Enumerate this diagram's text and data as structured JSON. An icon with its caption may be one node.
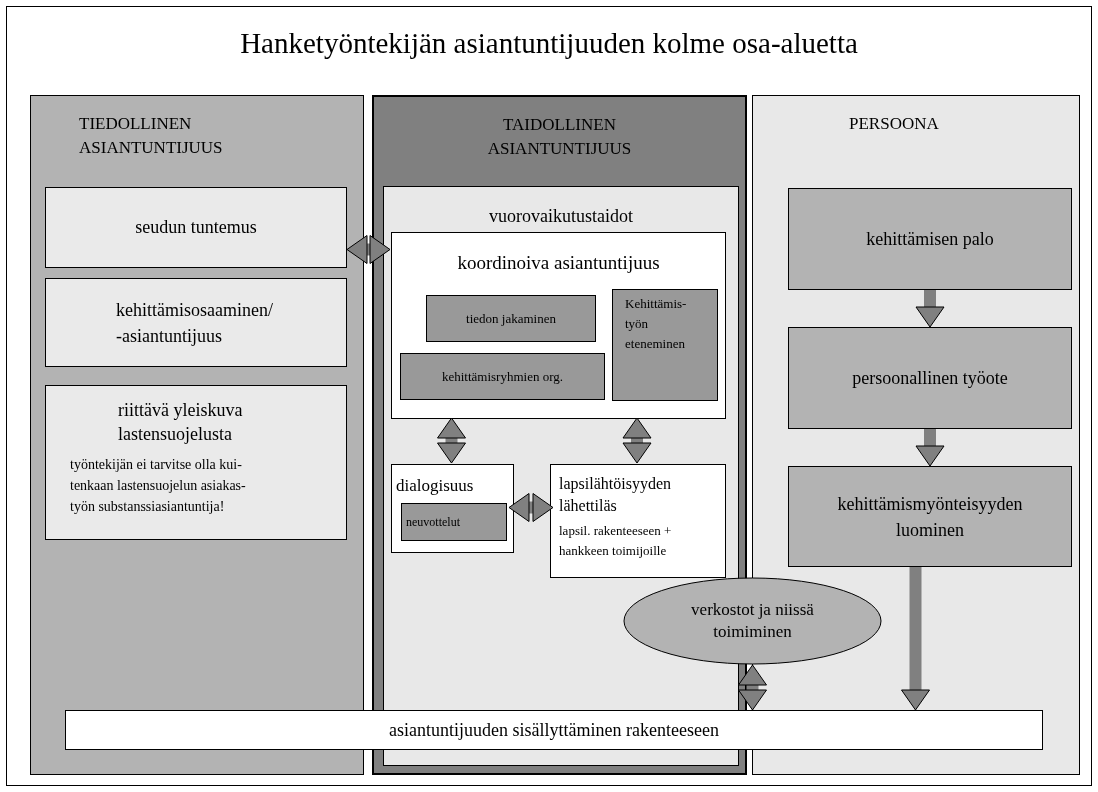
{
  "diagram": {
    "title": "Hanketyöntekijän asiantuntijuuden kolme osa-aluetta",
    "nodes": [
      {
        "text": [
          "TIEDOLLINEN ASIANTUNTIJUUS"
        ]
      },
      {
        "text": [
          "seudun tuntemus"
        ],
        "in": 0
      },
      {
        "text": [
          "kehittämisosaaminen/ -asiantuntijuus"
        ],
        "in": 0
      },
      {
        "text": [
          "riittävä yleiskuva lastensuojelusta",
          "työntekijän ei tarvitse olla kui- tenkaan lastensuojelun asiakas- työn substanssiasiantuntija!"
        ],
        "in": 0
      },
      {
        "text": [
          "TAIDOLLINEN ASIANTUNTIJUUS"
        ]
      },
      {
        "text": [
          "vuorovaikutustaidot"
        ],
        "in": 4
      },
      {
        "text": [
          "koordinoiva asiantuntijuus"
        ],
        "in": 5
      },
      {
        "text": [
          "tiedon jakaminen"
        ],
        "in": 6
      },
      {
        "text": [
          "Kehittämis- työn eteneminen"
        ],
        "in": 6
      },
      {
        "text": [
          "kehittämisryhmien org."
        ],
        "in": 6
      },
      {
        "text": [
          "dialogisuus"
        ],
        "in": 5
      },
      {
        "text": [
          "neuvottelut"
        ],
        "in": 10
      },
      {
        "text": [
          "lapsilähtöisyyden lähettiläs",
          "lapsil. rakenteeseen + hankkeen toimijoille"
        ],
        "in": 5
      },
      {
        "text": [
          "verkostot ja niissä toimiminen"
        ]
      },
      {
        "text": [
          "PERSOONA"
        ]
      },
      {
        "text": [
          "kehittämisen palo"
        ],
        "in": 14
      },
      {
        "text": [
          "persoonallinen työote"
        ],
        "in": 14
      },
      {
        "text": [
          "kehittämismyönteisyyden luominen"
        ],
        "in": 14
      },
      {
        "text": [
          "asiantuntijuuden sisällyttäminen rakenteeseen"
        ]
      }
    ],
    "edges": [
      {
        "from": 1,
        "to": 6,
        "arrow": "both"
      },
      {
        "from": 6,
        "to": 10,
        "arrow": "both"
      },
      {
        "from": 6,
        "to": 12,
        "arrow": "both"
      },
      {
        "from": 10,
        "to": 12,
        "arrow": "both"
      },
      {
        "from": 13,
        "to": 18,
        "arrow": "both"
      },
      {
        "from": 15,
        "to": 16,
        "arrow": "to"
      },
      {
        "from": 16,
        "to": 17,
        "arrow": "to"
      },
      {
        "from": 17,
        "to": 18,
        "arrow": "to"
      }
    ]
  }
}
